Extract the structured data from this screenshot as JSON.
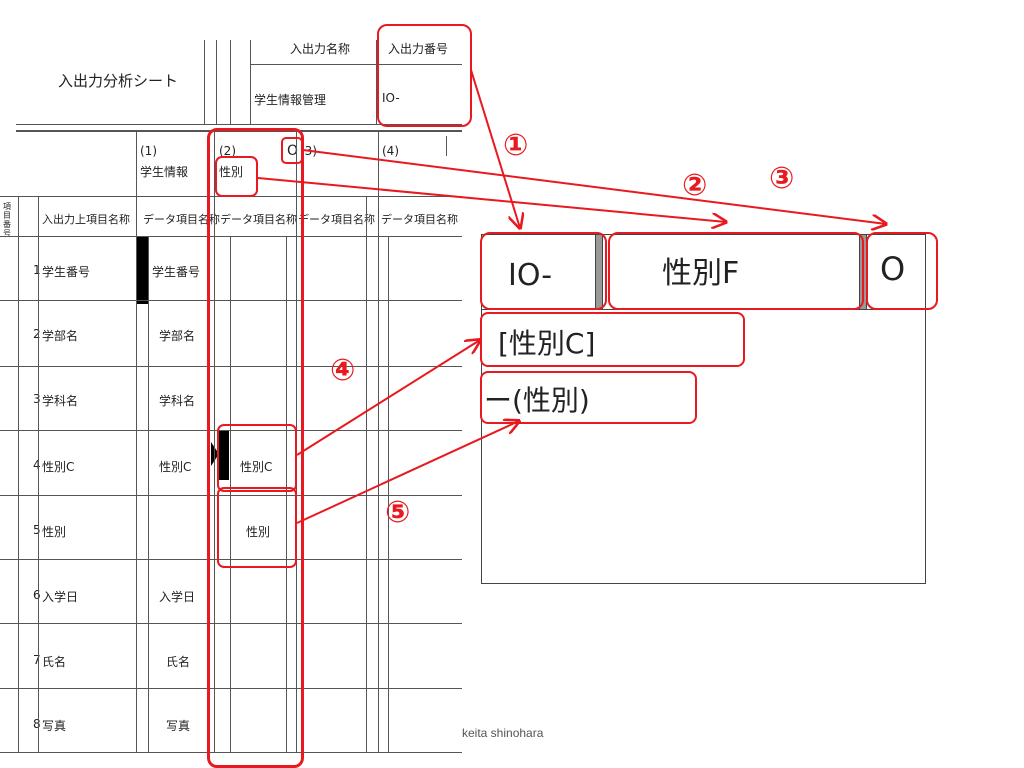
{
  "sheet": {
    "title": "入出力分析シート",
    "header_name_label": "入出力名称",
    "header_number_label": "入出力番号",
    "io_name": "学生情報管理",
    "io_number": "IO-",
    "groups": [
      {
        "num": "(1)",
        "name": "学生情報"
      },
      {
        "num": "(2)",
        "name": "性別"
      },
      {
        "num": "(3)",
        "name": ""
      },
      {
        "num": "(4)",
        "name": ""
      }
    ],
    "mark_o": "O",
    "col_headers": {
      "item_no": "項目番号",
      "io_item_name": "入出力上項目名称",
      "data_item_name": "データ項目名称"
    },
    "rows": [
      {
        "no": "1",
        "name": "学生番号",
        "g1": "学生番号",
        "g2": ""
      },
      {
        "no": "2",
        "name": "学部名",
        "g1": "学部名",
        "g2": ""
      },
      {
        "no": "3",
        "name": "学科名",
        "g1": "学科名",
        "g2": ""
      },
      {
        "no": "4",
        "name": "性別C",
        "g1": "性別C",
        "g2": "性別C"
      },
      {
        "no": "5",
        "name": "性別",
        "g1": "",
        "g2": "性別"
      },
      {
        "no": "6",
        "name": "入学日",
        "g1": "入学日",
        "g2": ""
      },
      {
        "no": "7",
        "name": "氏名",
        "g1": "氏名",
        "g2": ""
      },
      {
        "no": "8",
        "name": "写真",
        "g1": "写真",
        "g2": ""
      }
    ]
  },
  "panel": {
    "io_label": "IO-",
    "entity_label": "性別F",
    "mark": "O",
    "key_attr": "[性別C]",
    "attr": "ー(性別)"
  },
  "markers": [
    "①",
    "②",
    "③",
    "④",
    "⑤"
  ],
  "credit": "keita shinohara",
  "colors": {
    "accent": "#e8191f",
    "grid": "#555555"
  }
}
